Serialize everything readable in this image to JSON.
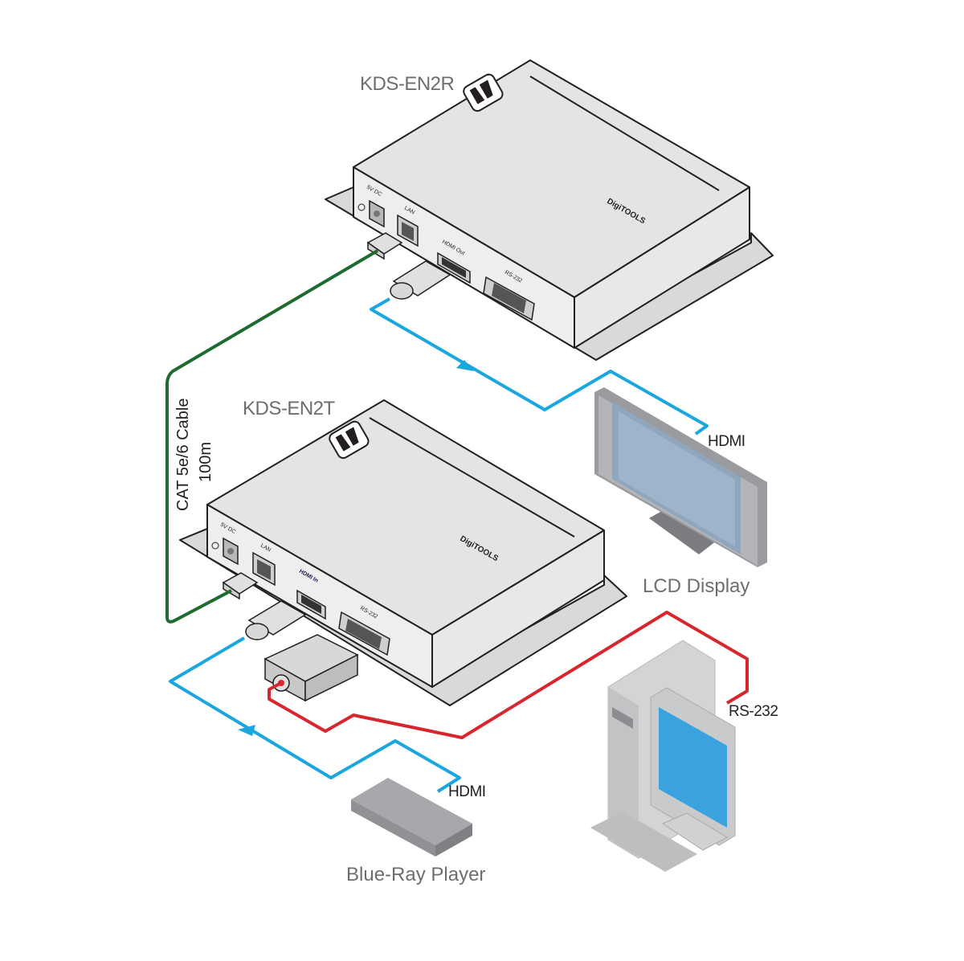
{
  "devices": {
    "receiver": {
      "model": "KDS-EN2R",
      "brand_mark": "DigiTOOLS",
      "ports": [
        "5V DC",
        "LAN",
        "HDMI Out",
        "RS-232"
      ]
    },
    "transmitter": {
      "model": "KDS-EN2T",
      "brand_mark": "DigiTOOLS",
      "ports": [
        "5V DC",
        "LAN",
        "HDMI In",
        "RS-232"
      ]
    },
    "lcd_display": {
      "label": "LCD Display",
      "connector_label": "HDMI"
    },
    "blu_ray": {
      "label": "Blue-Ray Player",
      "connector_label": "HDMI"
    },
    "pc": {
      "label": "",
      "connector_label": "RS-232"
    }
  },
  "cables": {
    "cat": {
      "line1": "CAT 5e/6 Cable",
      "line2": "100m",
      "color": "#1e6b30"
    },
    "hdmi_color": "#1aa6de",
    "rs232_color": "#d7262e"
  }
}
